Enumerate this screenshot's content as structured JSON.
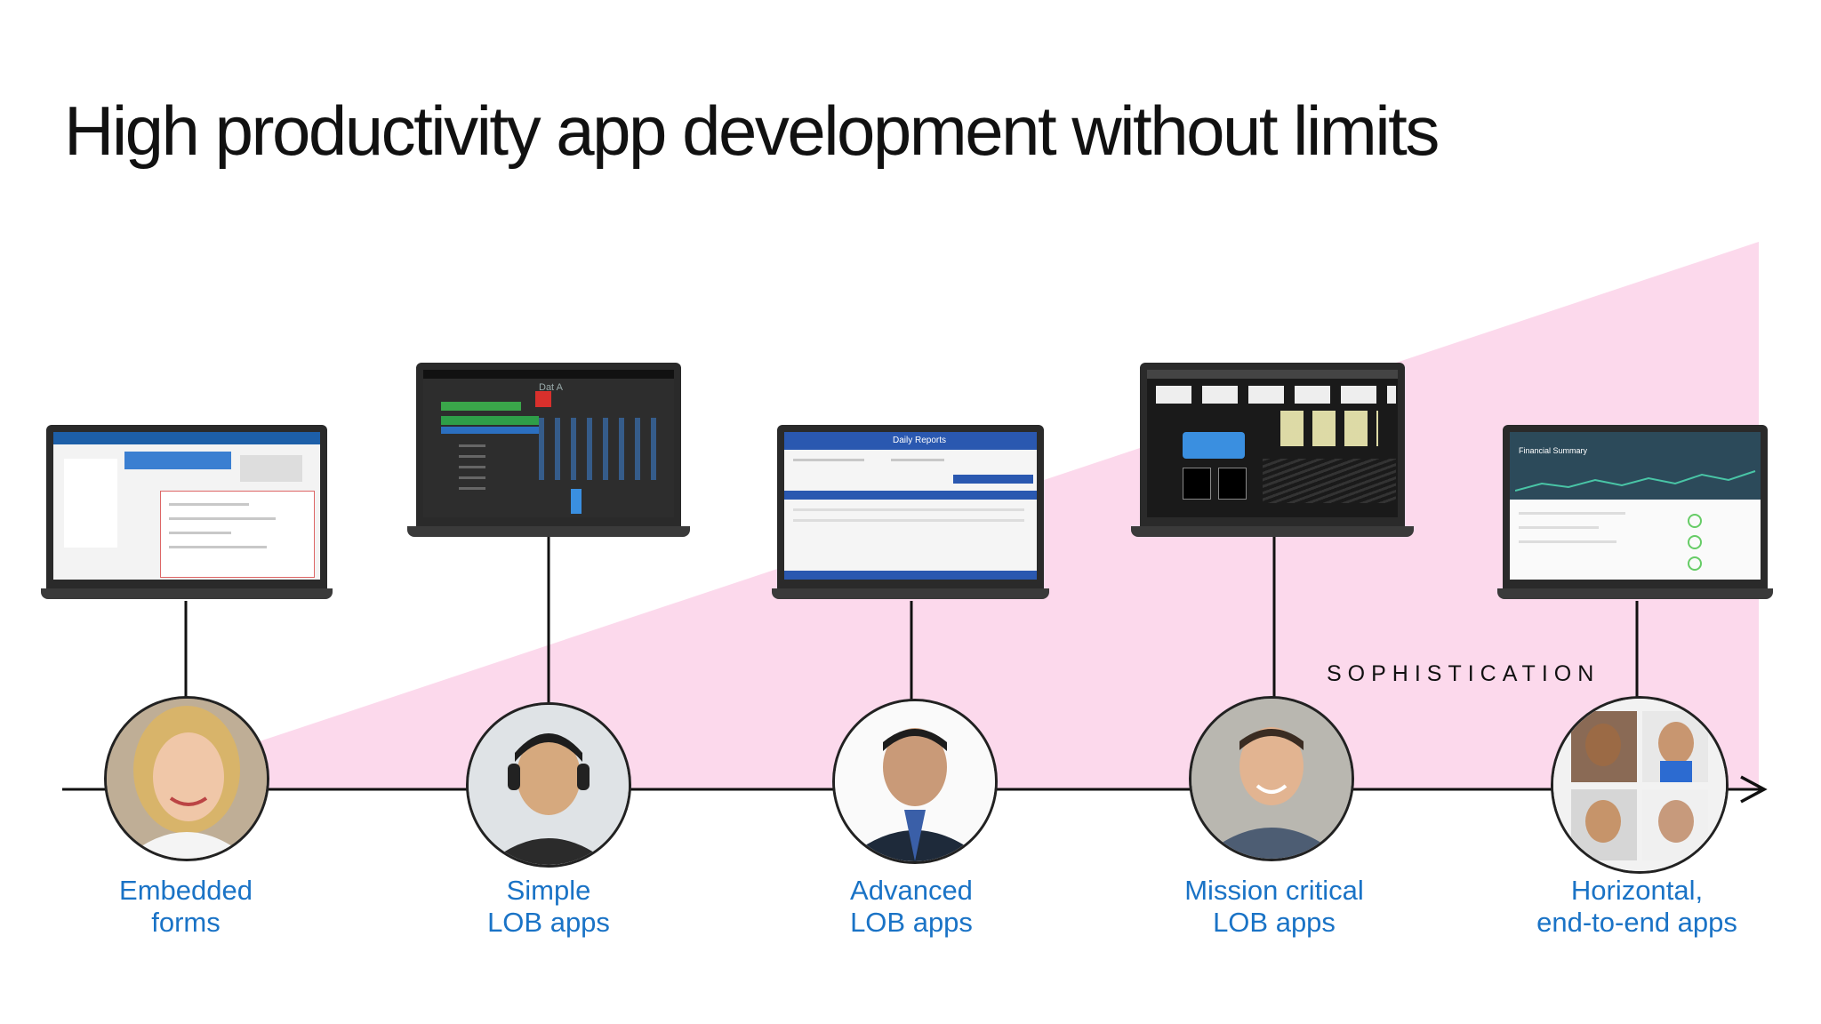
{
  "slide": {
    "title": "High productivity app development without limits",
    "axis_label": "SOPHISTICATION",
    "colors": {
      "wedge": "#fcd9ec",
      "label": "#1a73c6",
      "line": "#111111"
    }
  },
  "stages": [
    {
      "id": "embedded",
      "line1": "Embedded",
      "line2": "forms",
      "screen_icon": "sharepoint-form-screen",
      "avatar": "woman-blonde-avatar"
    },
    {
      "id": "simple",
      "line1": "Simple",
      "line2": "LOB apps",
      "screen_icon": "dark-inventory-app-screen",
      "avatar": "man-headphones-avatar"
    },
    {
      "id": "advanced",
      "line1": "Advanced",
      "line2": "LOB apps",
      "screen_icon": "daily-reports-app-screen",
      "avatar": "man-suit-avatar"
    },
    {
      "id": "mission",
      "line1": "Mission critical",
      "line2": "LOB apps",
      "screen_icon": "dashboard-dark-app-screen",
      "avatar": "man-smiling-avatar"
    },
    {
      "id": "horizontal",
      "line1": "Horizontal,",
      "line2": "end-to-end apps",
      "screen_icon": "financial-summary-app-screen",
      "avatar": "team-group-avatar"
    }
  ],
  "screens": {
    "simple_title": "Dat A",
    "advanced_title": "Daily Reports",
    "horizontal_title": "Financial Summary"
  }
}
